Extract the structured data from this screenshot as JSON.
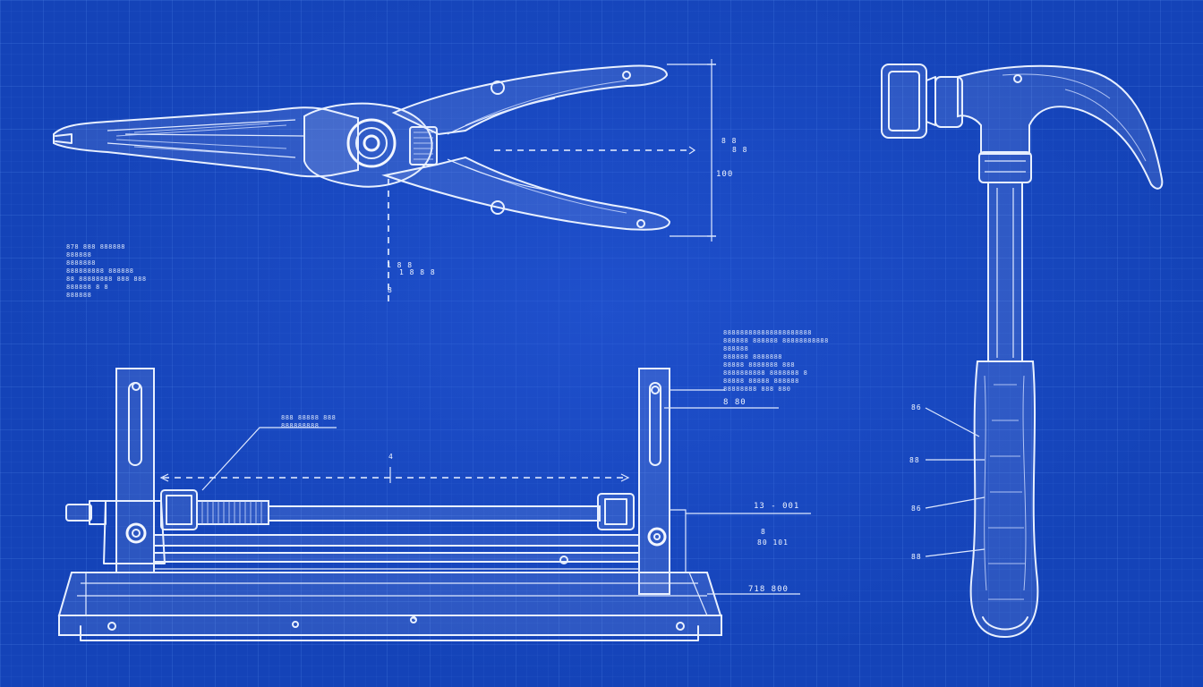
{
  "colors": {
    "background": "#1443b8",
    "linework": "#e8f0ff"
  },
  "labels": {
    "pliers_dim_top": "8 8",
    "pliers_dim_top_b": "8 8",
    "pliers_dim_height": "100",
    "pliers_pivot_dim": "1 8  8",
    "pliers_pivot_dim_b": "1 8 8 8",
    "pliers_pivot_dim_c": "8",
    "vise_mark_a": "4",
    "vise_mark_b": "4",
    "vise_dim_right_1": "8  80",
    "vise_dim_right_2": "13 - 001",
    "vise_dim_right_3": "8",
    "vise_dim_right_4": "80 101",
    "vise_dim_bottom": "718  800",
    "hammer_callout_1": "86",
    "hammer_callout_2": "88",
    "hammer_callout_3": "86",
    "hammer_callout_4": "88"
  },
  "notes": {
    "left_block": "878 888 888888\n888888\n8888888\n888888888 888888\n88 88888888 888 888\n888888 8 8\n888888",
    "vise_callout": "888 88888 888\n888888888",
    "mid_block": "888888888888888888888\n888888 888888 88888888888\n888888\n888888 8888888\n88888 8888888 888\n8888888888 8888888 8\n88888 88888 888888\n88888888 888 880"
  }
}
